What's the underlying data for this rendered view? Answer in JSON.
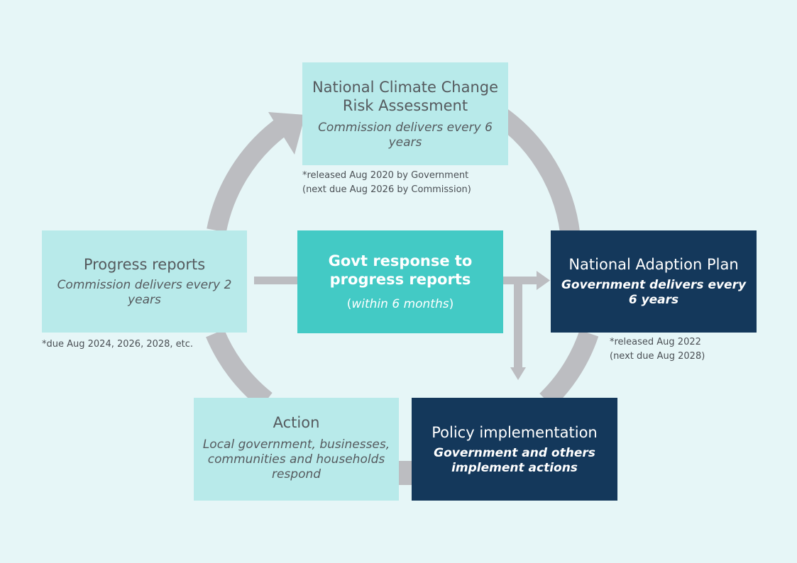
{
  "diagram": {
    "nodes": {
      "nccra": {
        "title": "National Climate Change Risk Assessment",
        "subtitle": "Commission delivers every 6 years",
        "note": "*released Aug 2020 by Government\n(next due Aug 2026 by Commission)"
      },
      "progress": {
        "title": "Progress reports",
        "subtitle": "Commission delivers every 2 years",
        "note": "*due Aug 2024, 2026, 2028, etc."
      },
      "govt_response": {
        "title": "Govt response to progress reports",
        "subtitle_open": "(",
        "subtitle_italic": "within 6 months",
        "subtitle_close": ")"
      },
      "nap": {
        "title": "National Adaption Plan",
        "subtitle": "Government delivers every 6 years",
        "note": "*released Aug 2022\n(next due Aug 2028)"
      },
      "action": {
        "title": "Action",
        "subtitle": "Local government, businesses, communities and households respond"
      },
      "policy": {
        "title": "Policy implementation",
        "subtitle": "Government and others implement actions"
      }
    },
    "colors": {
      "background": "#e6f6f7",
      "light_box": "#b8eaea",
      "teal_box": "#43cac5",
      "navy_box": "#14385b",
      "arrow": "#bcbdc1"
    }
  }
}
